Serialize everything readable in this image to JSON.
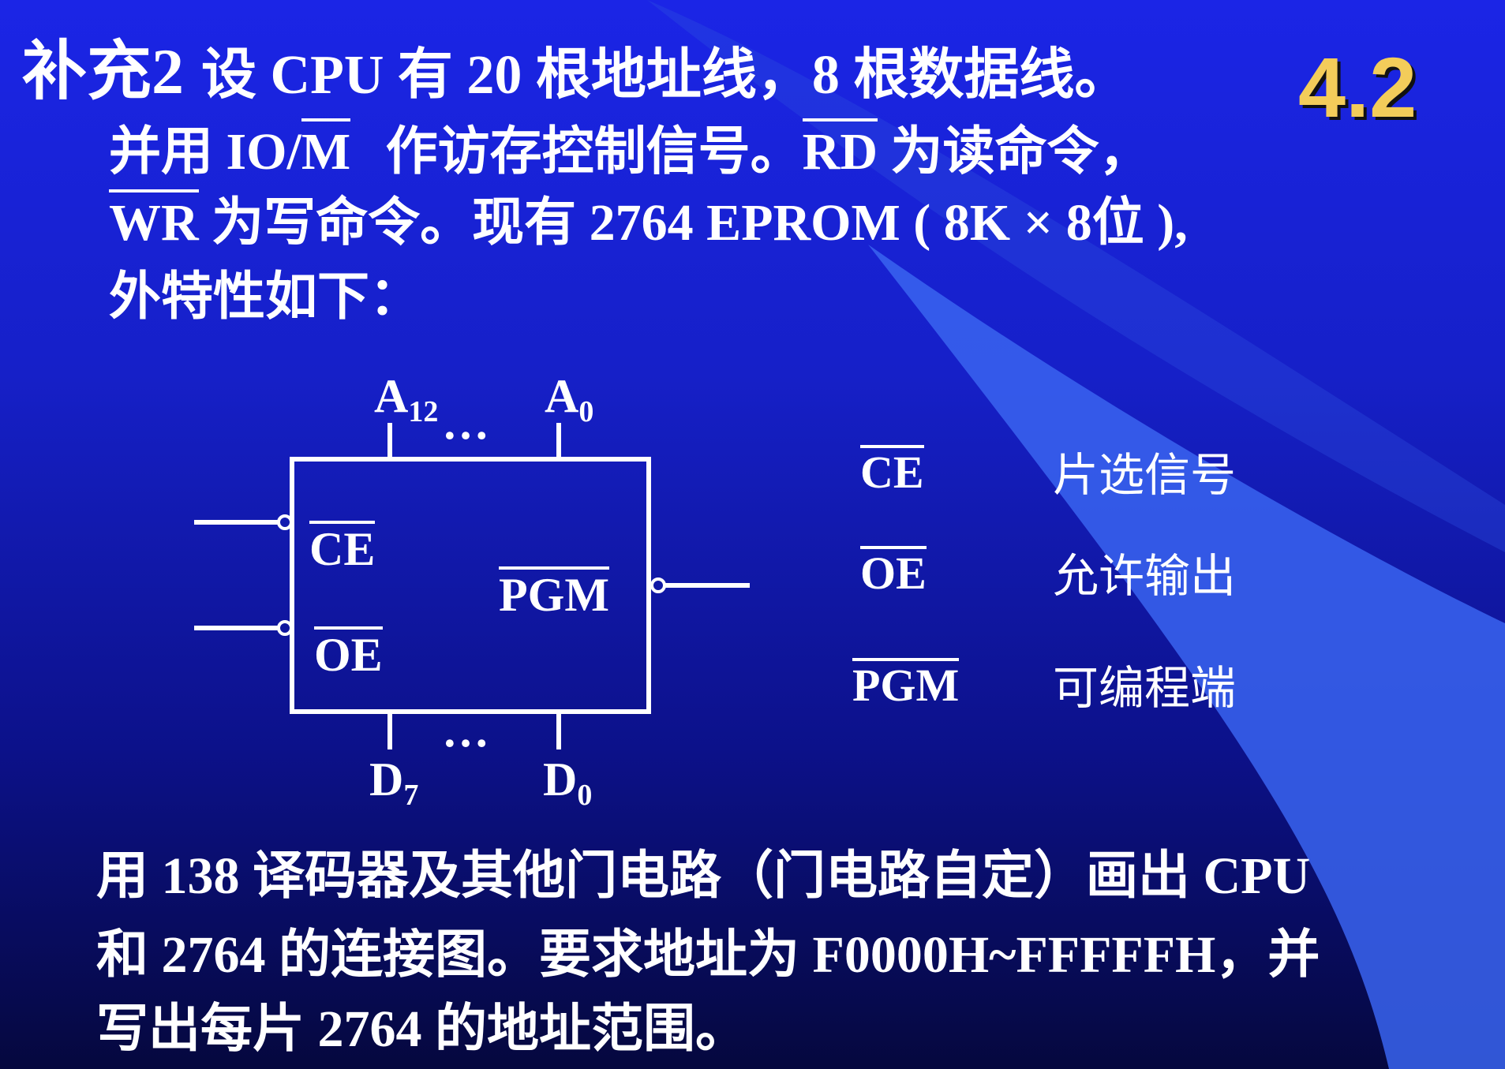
{
  "slide": {
    "badge": "4.2",
    "title_lead": "补充2",
    "title_rest": "设 CPU 有 20 根地址线，8 根数据线。",
    "line2_a": "并用 IO/",
    "line2_m": "M",
    "line2_b": "作访存控制信号。",
    "line2_rd": "RD",
    "line2_c": "为读命令，",
    "line3_wr": "WR",
    "line3_a": "为写命令。现有  2764 EPROM ( 8K × 8位 ),",
    "line4": "外特性如下：",
    "bottom": [
      "用 138 译码器及其他门电路（门电路自定）画出 CPU",
      "和 2764 的连接图。要求地址为 F0000H~FFFFFH，并",
      "写出每片 2764 的地址范围。"
    ]
  },
  "chip": {
    "pin_a_hi": "A",
    "pin_a_hi_sub": "12",
    "pin_a_lo": "A",
    "pin_a_lo_sub": "0",
    "pin_d_hi": "D",
    "pin_d_hi_sub": "7",
    "pin_d_lo": "D",
    "pin_d_lo_sub": "0",
    "dots": "…",
    "ce": "CE",
    "oe": "OE",
    "pgm": "PGM"
  },
  "legend": [
    {
      "term": "CE",
      "desc": "片选信号"
    },
    {
      "term": "OE",
      "desc": "允许输出"
    },
    {
      "term": "PGM",
      "desc": "可编程端"
    }
  ]
}
